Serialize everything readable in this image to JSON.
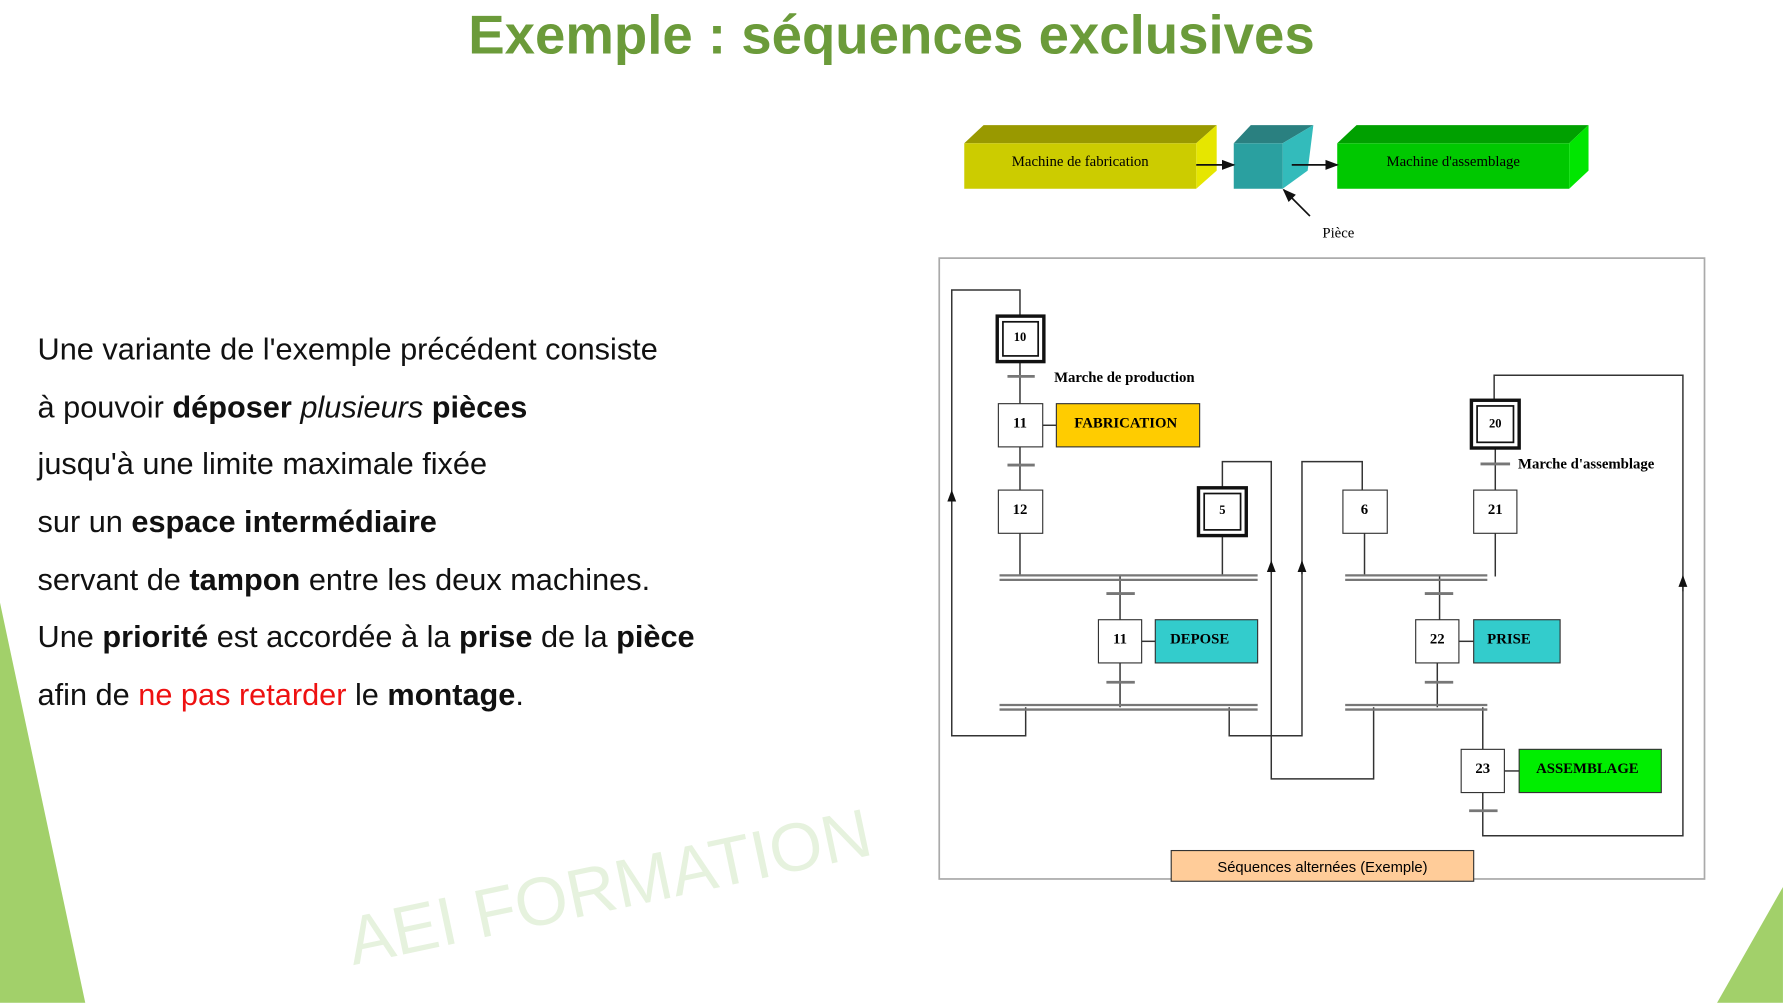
{
  "title": "Exemple : séquences exclusives",
  "watermark": "AEI   FORMATION",
  "text_lines": [
    [
      "Une variante de l'exemple précédent consiste"
    ],
    [
      "à pouvoir ",
      "déposer",
      " ",
      "plusieurs",
      " ",
      "pièces"
    ],
    [
      "jusqu'à une limite maximale fixée"
    ],
    [
      "sur un ",
      "espace intermédiaire"
    ],
    [
      "servant de ",
      "tampon",
      " entre les deux machines."
    ],
    [
      "Une ",
      "priorité",
      " est accordée à la ",
      "prise",
      " de la ",
      "pièce"
    ],
    [
      "afin de ",
      "ne pas retarder",
      " le ",
      "montage",
      "."
    ]
  ],
  "machines": {
    "fabrication": "Machine de fabrication",
    "assemblage": "Machine d'assemblage",
    "piece": "Pièce"
  },
  "grafcet": {
    "steps": {
      "s10": "10",
      "s11": "11",
      "s12": "12",
      "s5": "5",
      "s6": "6",
      "s20": "20",
      "s21": "21",
      "s11b": "11",
      "s22": "22",
      "s23": "23"
    },
    "actions": {
      "fabrication": "FABRICATION",
      "depose": "DEPOSE",
      "prise": "PRISE",
      "assemblage": "ASSEMBLAGE"
    },
    "transitions": {
      "production": "Marche de production",
      "assemblage": "Marche d'assemblage"
    },
    "caption": "Séquences alternées (Exemple)"
  },
  "colors": {
    "title": "#6b9b3a",
    "fabrication": "#ffcc00",
    "depose": "#33cccc",
    "assemblage": "#00ee00",
    "caption": "#ffcc99",
    "accent_red": "#ee1111"
  }
}
